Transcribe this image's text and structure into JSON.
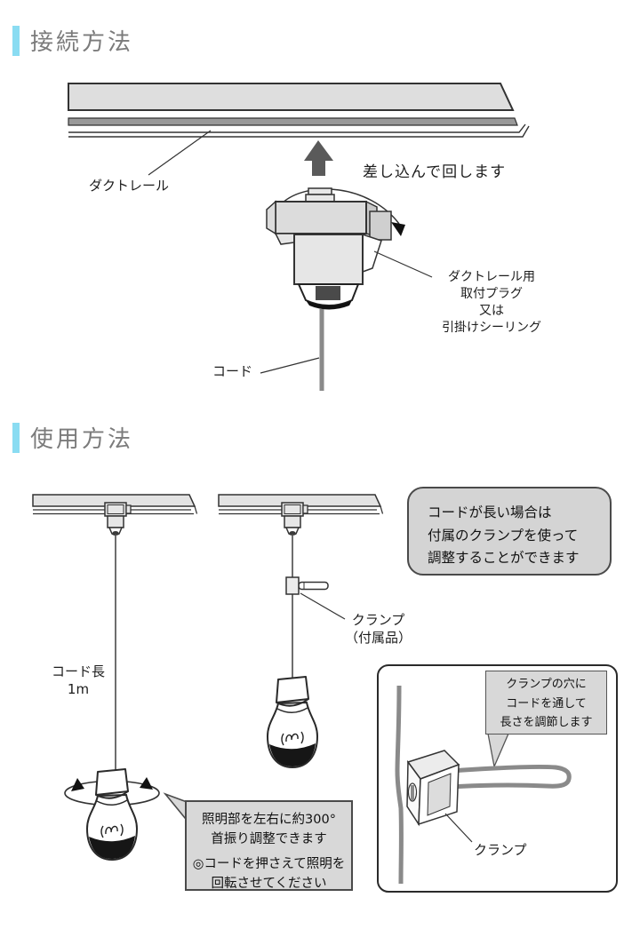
{
  "colors": {
    "accent": "#8ADCF2"
  },
  "connection": {
    "title": "接続方法",
    "rail_label": "ダクトレール",
    "insert_label": "差し込んで回します",
    "plug_label_lines": [
      "ダクトレール用",
      "取付プラグ",
      "又は",
      "引掛けシーリング"
    ],
    "cord_label": "コード"
  },
  "usage": {
    "title": "使用方法",
    "cord_length_label_1": "コード長",
    "cord_length_label_2": "1m",
    "clamp_label_1": "クランプ",
    "clamp_label_2": "（付属品）",
    "long_cord_note": [
      "コードが長い場合は",
      "付属のクランプを使って",
      "調整することができます"
    ],
    "swivel_note_1": [
      "照明部を左右に約300°",
      "首振り調整できます"
    ],
    "swivel_note_2": [
      "◎コードを押さえて照明を",
      "回転させてください"
    ],
    "clamp_detail": {
      "note": [
        "クランプの穴に",
        "コードを通して",
        "長さを調節します"
      ],
      "clamp_label": "クランプ"
    }
  }
}
